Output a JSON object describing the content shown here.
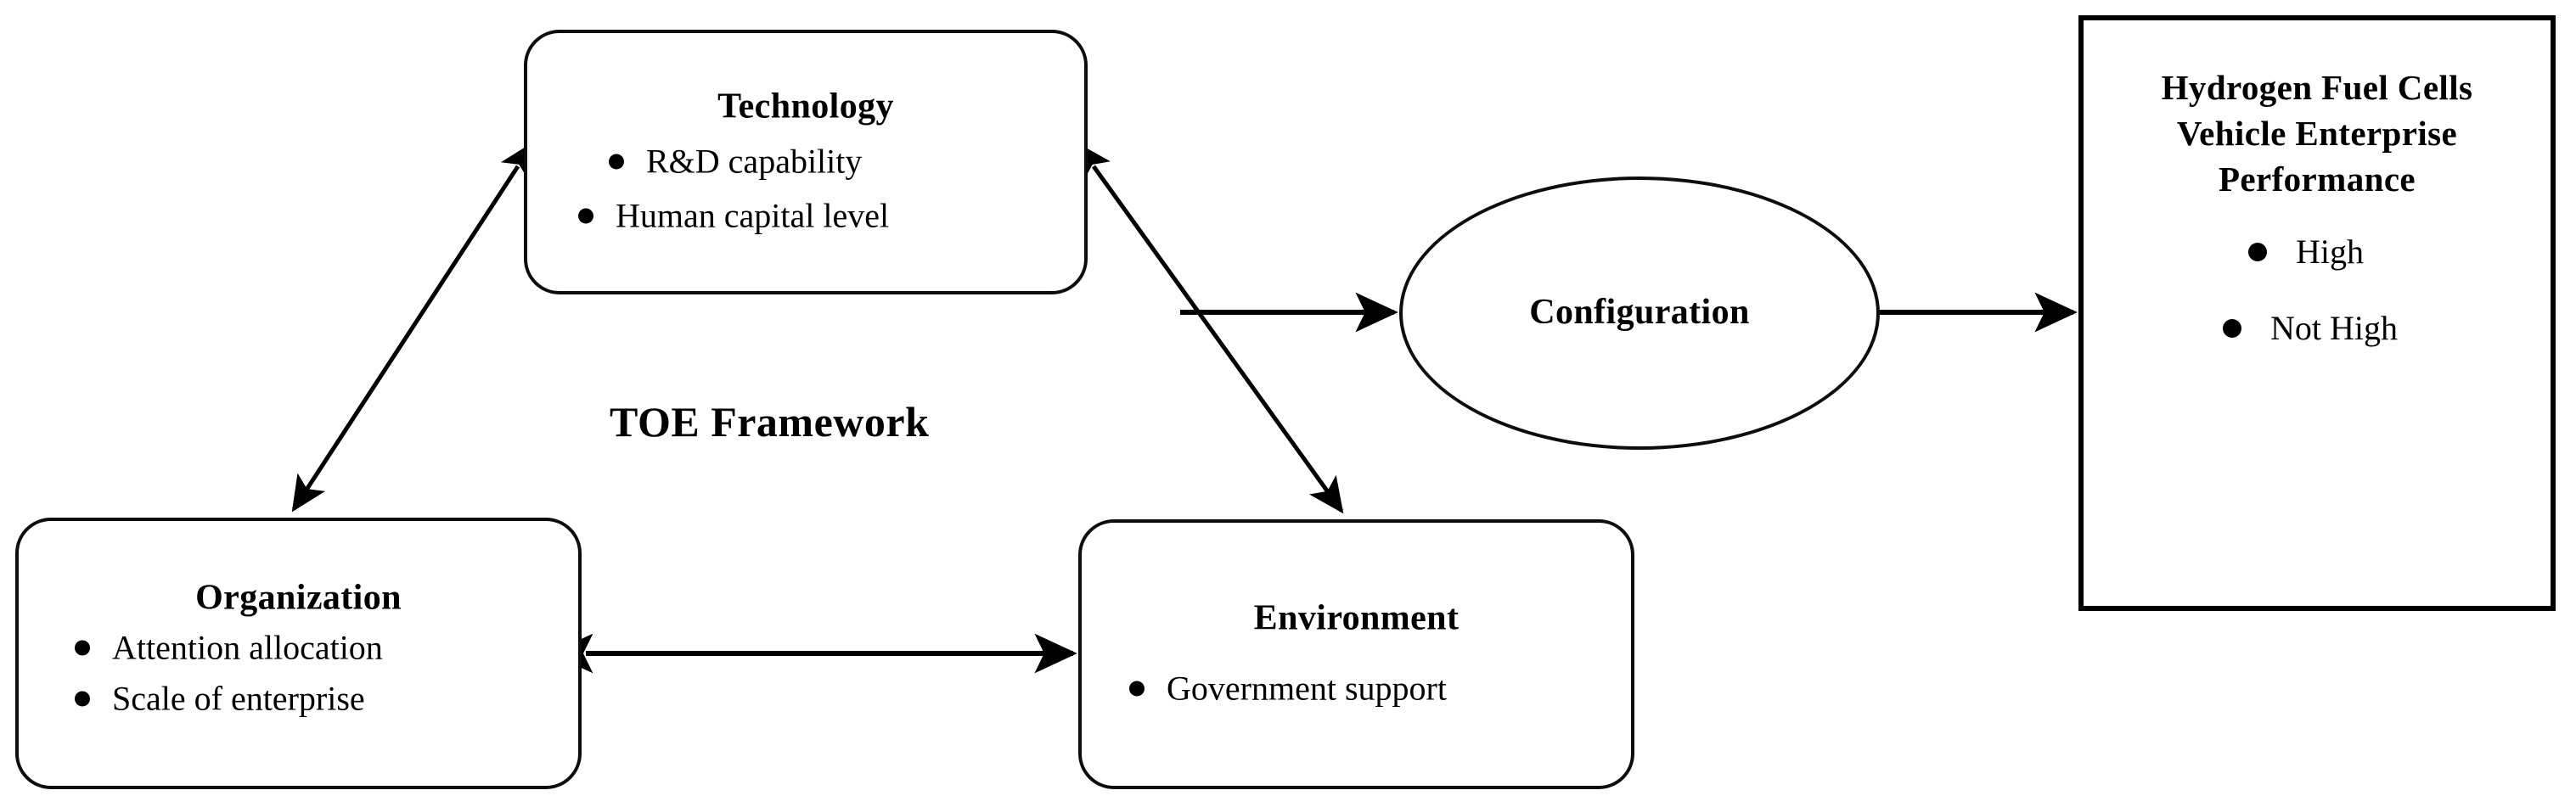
{
  "diagram": {
    "framework_label": "TOE Framework",
    "nodes": {
      "technology": {
        "title": "Technology",
        "bullets": [
          "R&D capability",
          "Human capital level"
        ]
      },
      "organization": {
        "title": "Organization",
        "bullets": [
          "Attention allocation",
          "Scale of enterprise"
        ]
      },
      "environment": {
        "title": "Environment",
        "bullets": [
          "Government support"
        ]
      },
      "configuration": {
        "title": "Configuration"
      },
      "outcome": {
        "title": "Hydrogen Fuel Cells Vehicle Enterprise Performance",
        "title_line1": "Hydrogen Fuel Cells",
        "title_line2": "Vehicle Enterprise",
        "title_line3": "Performance",
        "bullets": [
          "High",
          "Not High"
        ]
      }
    },
    "edges": [
      {
        "from": "technology",
        "to": "organization",
        "style": "double-headed",
        "direction": "bidirectional"
      },
      {
        "from": "technology",
        "to": "environment",
        "style": "double-headed",
        "direction": "bidirectional"
      },
      {
        "from": "organization",
        "to": "environment",
        "style": "double-headed",
        "direction": "bidirectional"
      },
      {
        "from": "technology-environment-link",
        "to": "configuration",
        "style": "single-headed",
        "direction": "forward"
      },
      {
        "from": "configuration",
        "to": "outcome",
        "style": "single-headed",
        "direction": "forward"
      }
    ],
    "colors": {
      "stroke": "#0d0d0d",
      "outcome_stroke": "#000000",
      "background": "#ffffff",
      "text": "#000000"
    }
  }
}
